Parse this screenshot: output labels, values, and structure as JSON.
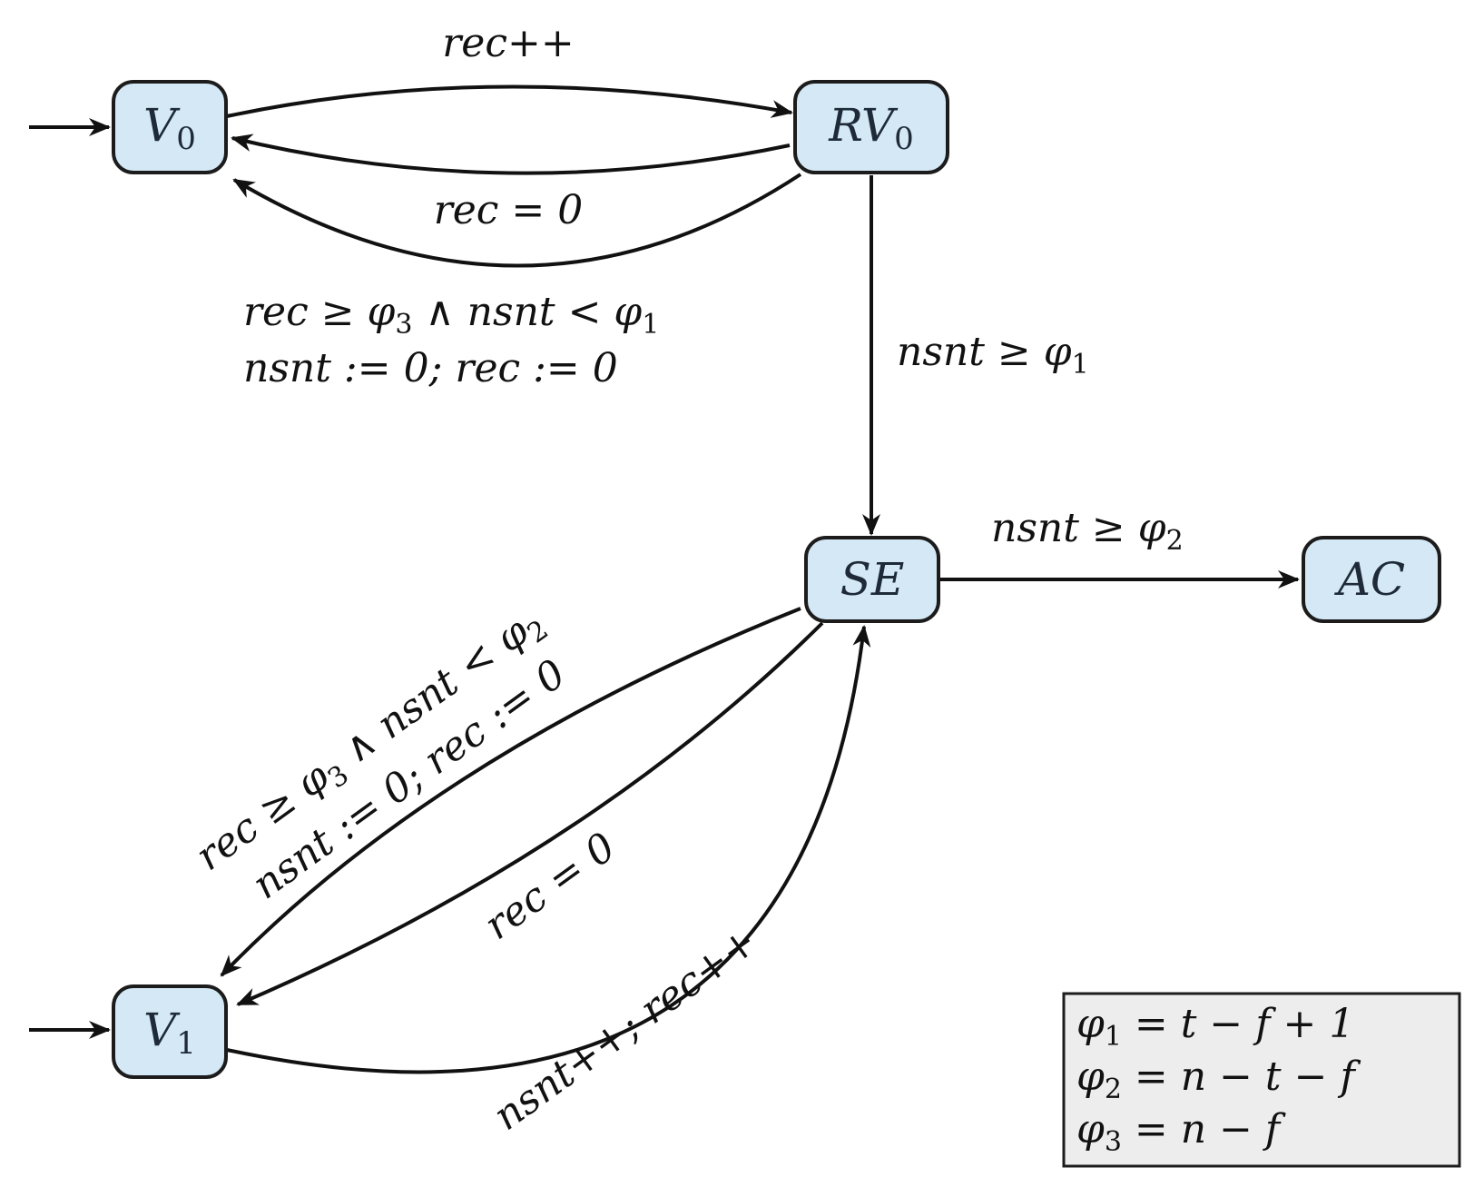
{
  "nodes": {
    "v0": {
      "main": "V",
      "sub": "0"
    },
    "rv0": {
      "main": "RV",
      "sub": "0"
    },
    "se": {
      "main": "SE"
    },
    "ac": {
      "main": "AC"
    },
    "v1": {
      "main": "V",
      "sub": "1"
    }
  },
  "edges": {
    "v0_rv0": {
      "label": "rec++"
    },
    "rv0_v0": {
      "label": "rec = 0"
    },
    "rv0_v0_guard": {
      "line1": {
        "a": "rec ≥ φ",
        "a_sub": "3",
        "b": " ∧ nsnt < φ",
        "b_sub": "1"
      },
      "line2": "nsnt := 0; rec := 0"
    },
    "rv0_se": {
      "a": "nsnt ≥ φ",
      "a_sub": "1"
    },
    "se_ac": {
      "a": "nsnt ≥ φ",
      "a_sub": "2"
    },
    "se_v1_guard": {
      "line1": {
        "a": "rec ≥ φ",
        "a_sub": "3",
        "b": " ∧ nsnt < φ",
        "b_sub": "2"
      },
      "line2": "nsnt := 0; rec := 0"
    },
    "se_v1_reset": {
      "label": "rec = 0"
    },
    "v1_se": {
      "label": "nsnt++; rec++"
    }
  },
  "legend": [
    {
      "sym": "φ",
      "sub": "1",
      "expr": " = t − f + 1"
    },
    {
      "sym": "φ",
      "sub": "2",
      "expr": " = n − t − f"
    },
    {
      "sym": "φ",
      "sub": "3",
      "expr": " = n − f"
    }
  ]
}
